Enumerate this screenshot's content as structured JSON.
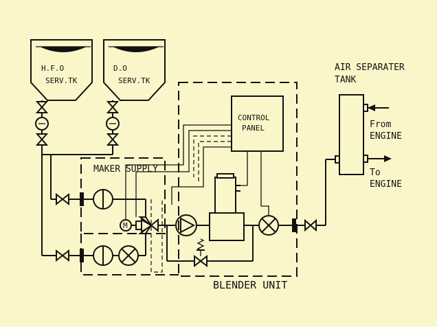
{
  "tanks": {
    "hfo_line1": "H.F.O",
    "hfo_line2": "SERV.TK",
    "do_line1": "D.O",
    "do_line2": "SERV.TK"
  },
  "control_panel": {
    "line1": "CONTROL",
    "line2": "PANEL"
  },
  "maker_supply": "MAKER SUPPLY",
  "blender_unit": "BLENDER UNIT",
  "motor_symbol": "M",
  "air_separator": {
    "title_line1": "AIR SEPARATER",
    "title_line2": "TANK",
    "from_line1": "From",
    "from_line2": "ENGINE",
    "to_line1": "To",
    "to_line2": "ENGINE"
  },
  "colors": {
    "background": "#fbf6c9",
    "line": "#111111"
  }
}
